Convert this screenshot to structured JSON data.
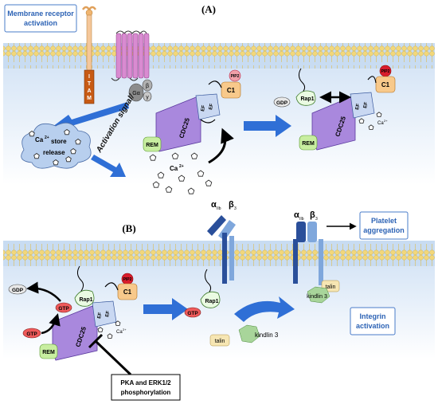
{
  "panels": {
    "a": {
      "label": "(A)",
      "title_box": [
        "Membrane receptor",
        "activation"
      ],
      "activation_signal": "Activation signal/",
      "itam": [
        "I",
        "T",
        "A",
        "M"
      ],
      "g_alpha": "Gα",
      "g_beta": "β",
      "g_gamma": "γ",
      "store_ca": "Ca",
      "store_ca_sup": "2+",
      "store_word": "store",
      "release_word": "release",
      "free_ca": "Ca",
      "free_ca_sup": "2+",
      "complex1": {
        "cdc25": "CDC25",
        "rem": "REM",
        "c1": "C1",
        "pip2": "PIP2",
        "ef": "EF",
        "ef2": "EF"
      },
      "complex2": {
        "cdc25": "CDC25",
        "rem": "REM",
        "c1": "C1",
        "pip2": "PIP2",
        "ef": "EF",
        "ef2": "EF",
        "rap1": "Rap1",
        "gdp": "GDP",
        "ca": "Ca",
        "ca_sup": "2+"
      }
    },
    "b": {
      "label": "(B)",
      "platelet_box": [
        "Platelet",
        "aggregation"
      ],
      "integrin_box": [
        "Integrin",
        "activation"
      ],
      "pka_box": [
        "PKA and ERK1/2",
        "phosphorylation"
      ],
      "complex": {
        "cdc25": "CDC25",
        "rem": "REM",
        "c1": "C1",
        "pip2": "PIP2",
        "ef": "EF",
        "ef2": "EF",
        "rap1": "Rap1",
        "gtp_rap": "GTP",
        "gtp_in": "GTP",
        "gdp": "GDP",
        "ca": "Ca",
        "ca_sup": "2+"
      },
      "middle": {
        "rap1": "Rap1",
        "gtp": "GTP",
        "talin": "talin",
        "kindlin": "kindlin 3"
      },
      "integrin_inactive": {
        "alpha": "α",
        "alpha_sub": "IIb",
        "beta": "β",
        "beta_sub": "3"
      },
      "integrin_active": {
        "alpha": "α",
        "alpha_sub": "IIb",
        "beta": "β",
        "beta_sub": "3",
        "talin": "talin",
        "kindlin": "kindlin 3"
      }
    }
  },
  "colors": {
    "membrane_head": "#f2d77a",
    "membrane_band": "#b9d3ee",
    "cytoplasm": "#dfeaf7",
    "arrow_blue": "#2f6fd6",
    "box_border": "#4a7cc9",
    "box_text": "#2d63b5",
    "cdc25": "#a988dd",
    "rem": "#c8eea0",
    "c1": "#f8c98b",
    "pip2": "#f0a0a8",
    "pip2_dark": "#d81c2c",
    "gtp": "#ef5a5a",
    "gdp": "#e8e8e8",
    "store": "#b8cfee",
    "receptor_pink": "#d98bd1",
    "itam": "#c75a14",
    "integrin_alpha": "#2a4f9a",
    "integrin_beta": "#7fa7dc",
    "kindlin": "#a8d59a",
    "talin": "#f6e6b3"
  }
}
